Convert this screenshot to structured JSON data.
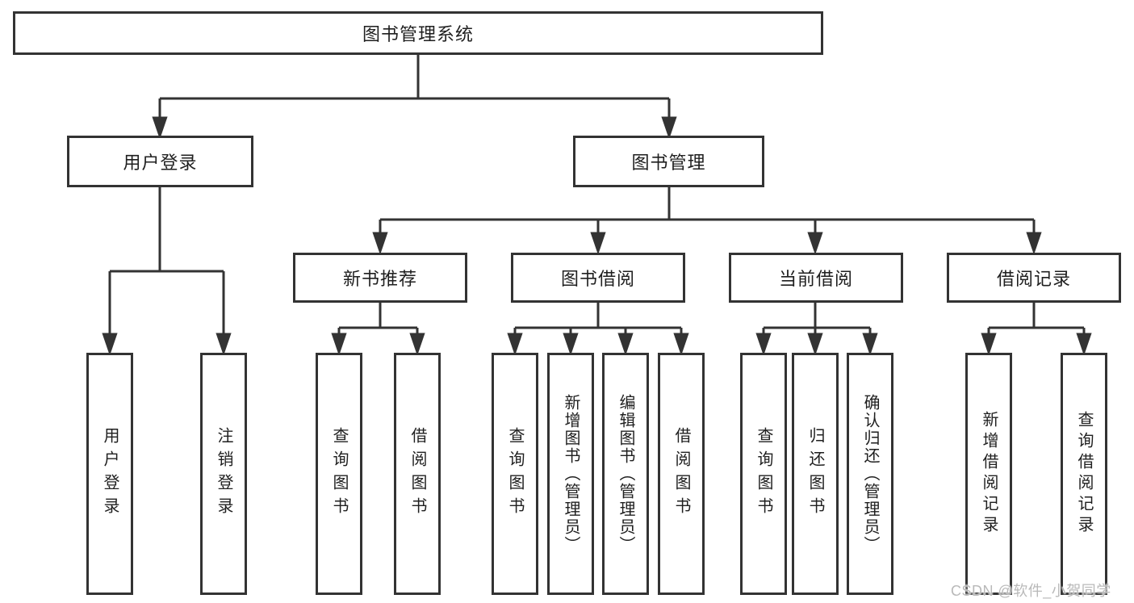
{
  "diagram": {
    "type": "hierarchy-tree",
    "root": {
      "label": "图书管理系统"
    },
    "level2": [
      {
        "label": "用户登录",
        "parent": "图书管理系统"
      },
      {
        "label": "图书管理",
        "parent": "图书管理系统"
      }
    ],
    "level3": [
      {
        "label": "新书推荐",
        "parent": "图书管理"
      },
      {
        "label": "图书借阅",
        "parent": "图书管理"
      },
      {
        "label": "当前借阅",
        "parent": "图书管理"
      },
      {
        "label": "借阅记录",
        "parent": "图书管理"
      }
    ],
    "leaves": [
      {
        "label": "用户登录",
        "parent": "用户登录"
      },
      {
        "label": "注销登录",
        "parent": "用户登录"
      },
      {
        "label": "查询图书",
        "parent": "新书推荐"
      },
      {
        "label": "借阅图书",
        "parent": "新书推荐"
      },
      {
        "label": "查询图书",
        "parent": "图书借阅"
      },
      {
        "label": "新增图书（管理员）",
        "parent": "图书借阅"
      },
      {
        "label": "编辑图书（管理员）",
        "parent": "图书借阅"
      },
      {
        "label": "借阅图书",
        "parent": "图书借阅"
      },
      {
        "label": "查询图书",
        "parent": "当前借阅"
      },
      {
        "label": "归还图书",
        "parent": "当前借阅"
      },
      {
        "label": "确认归还（管理员）",
        "parent": "当前借阅"
      },
      {
        "label": "新增借阅记录",
        "parent": "借阅记录"
      },
      {
        "label": "查询借阅记录",
        "parent": "借阅记录"
      }
    ],
    "colors": {
      "line": "#333333",
      "text": "#1f1f1f",
      "background": "#ffffff",
      "watermark": "#b9b9b9"
    }
  },
  "watermark": {
    "text": "CSDN @软件_小贺同学"
  }
}
